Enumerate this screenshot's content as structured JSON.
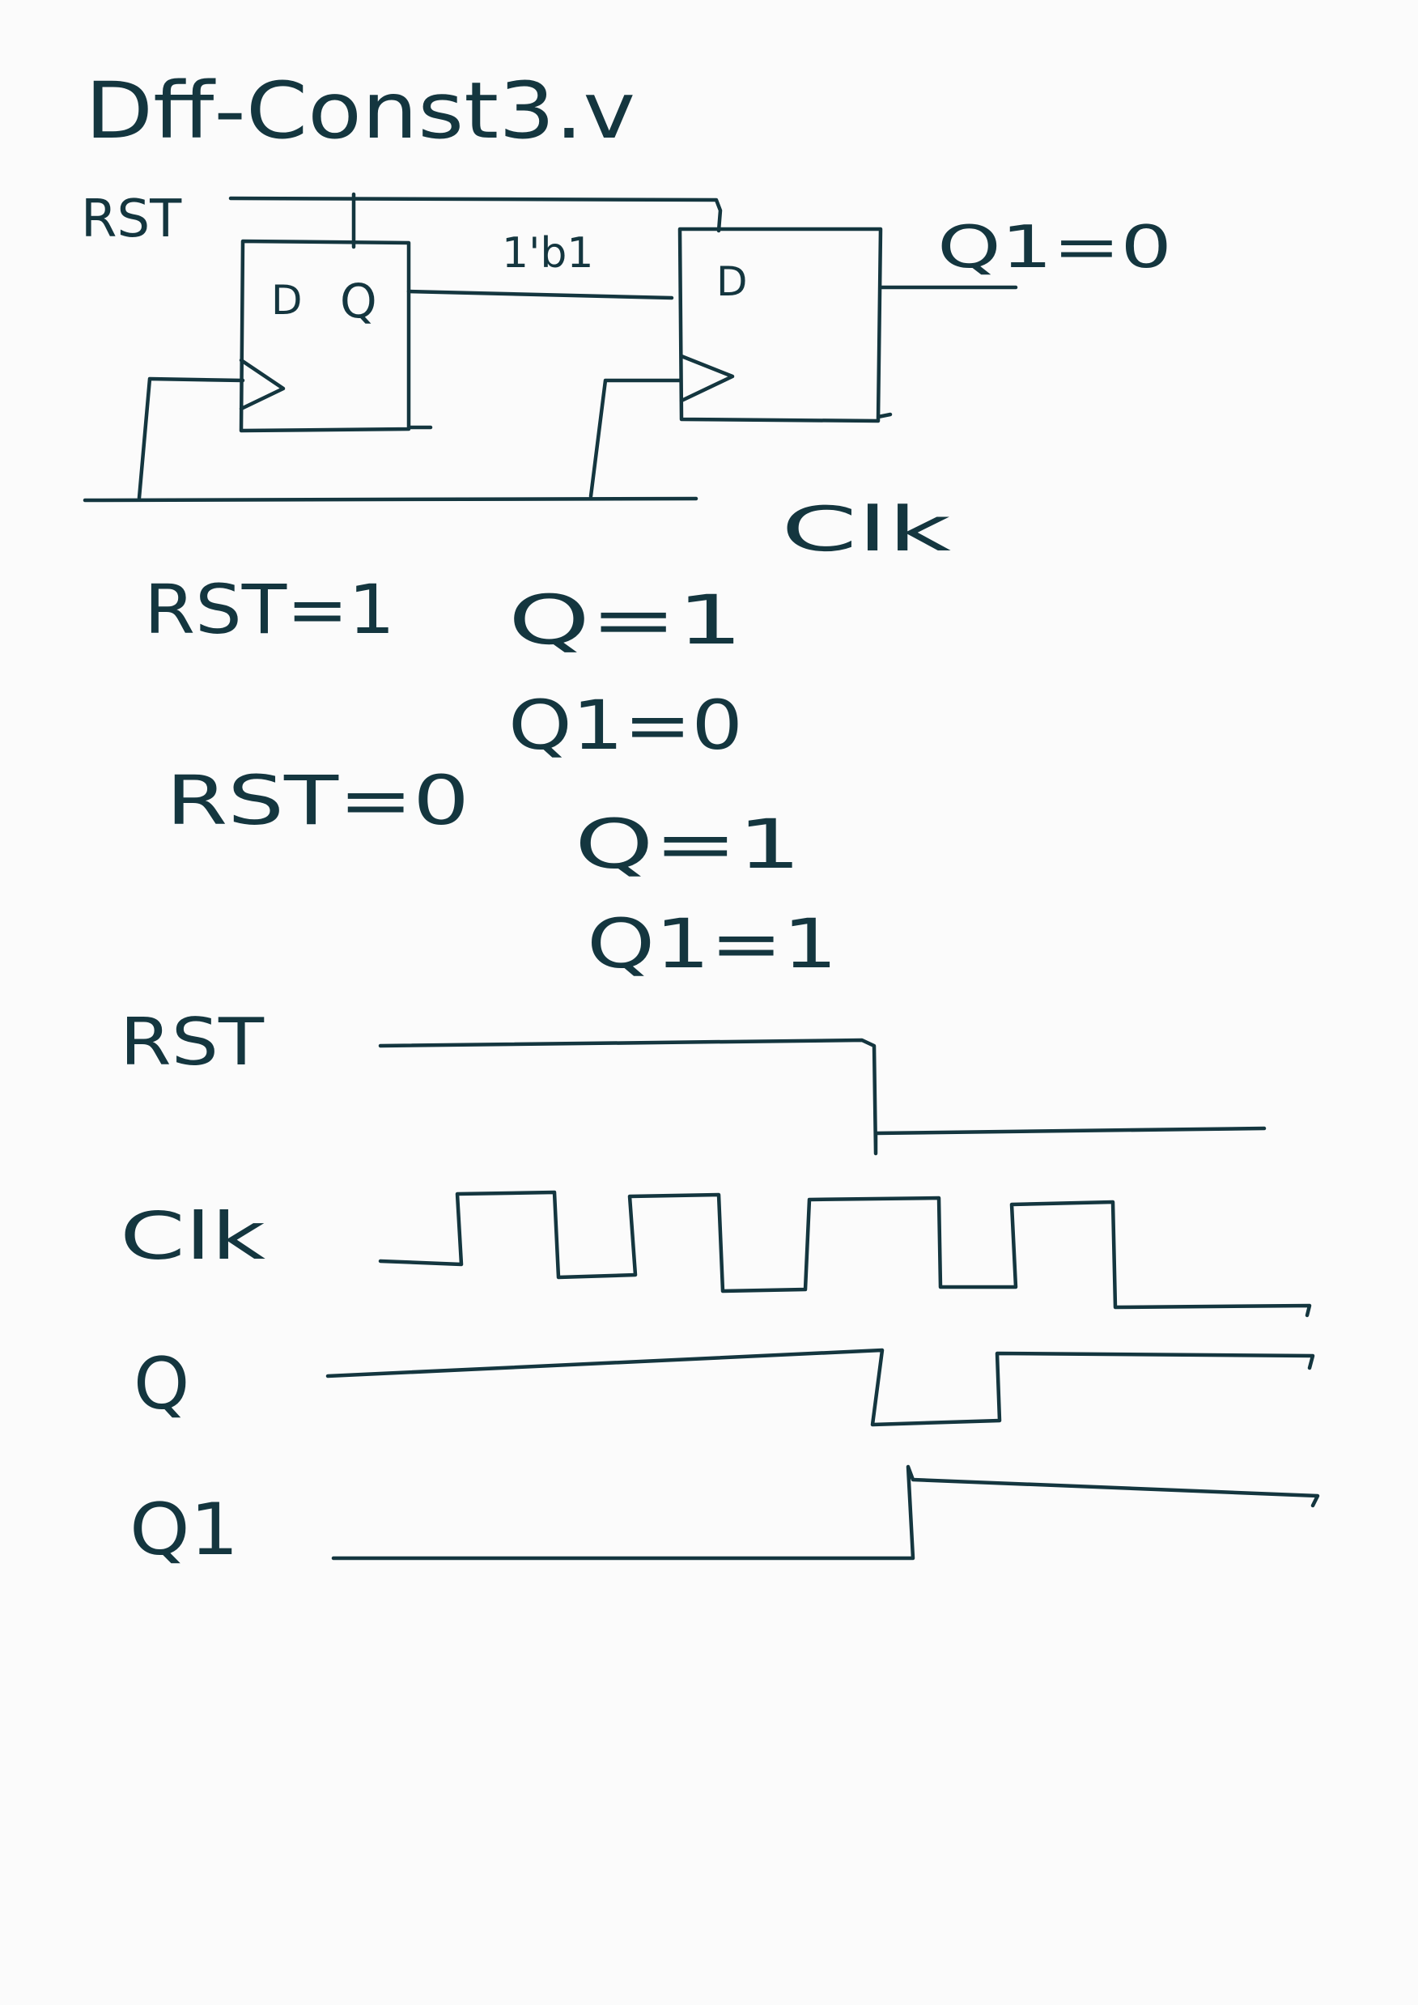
{
  "title": "Dff-Const3.v",
  "schematic": {
    "rst_label": "RST",
    "clk_label": "Clk",
    "ff1": {
      "d_pin": "D",
      "q_pin": "Q"
    },
    "ff2": {
      "d_pin": "D"
    },
    "wire_label": "1'b1",
    "output_label": "Q1=0"
  },
  "equations": {
    "reset_high": "RST=1",
    "reset_high_q": "Q=1",
    "reset_high_q1": "Q1=0",
    "reset_low": "RST=0",
    "reset_low_q": "Q=1",
    "reset_low_q1": "Q1=1"
  },
  "waveforms": {
    "rst_label": "RST",
    "clk_label": "Clk",
    "q_label": "Q",
    "q1_label": "Q1"
  },
  "colors": {
    "ink": "#14363f",
    "paper": "#fbfbfb"
  }
}
